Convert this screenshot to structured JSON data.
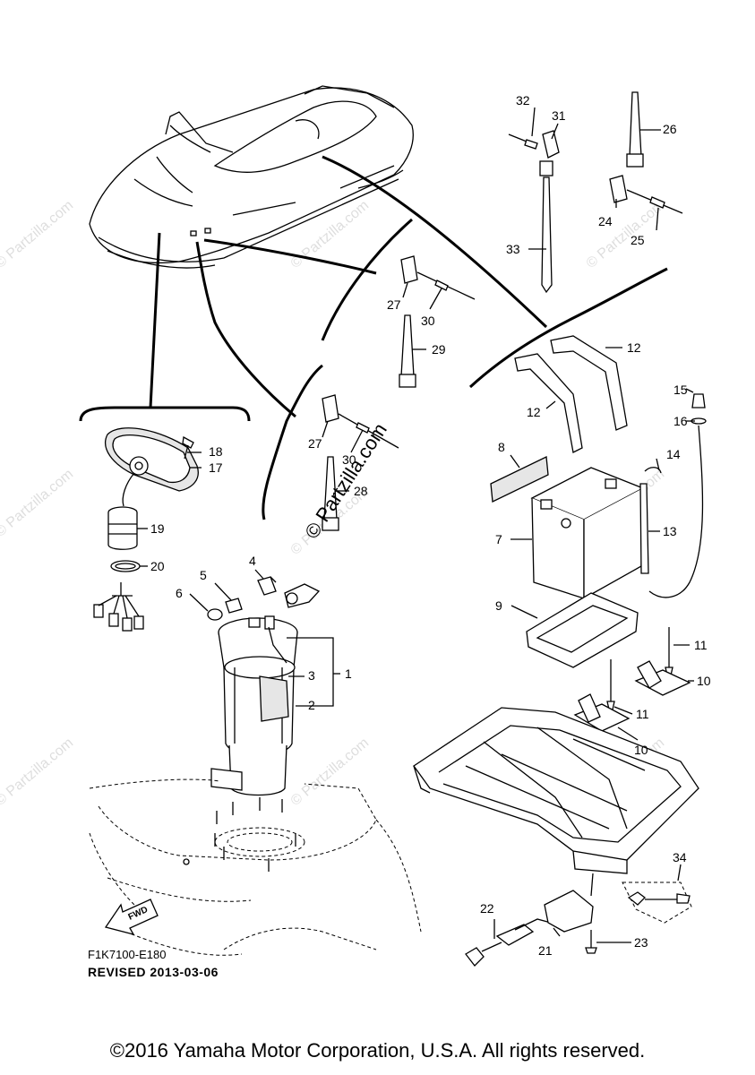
{
  "watermark": {
    "text": "© Partzilla.com",
    "faint_text": "© Partzilla.com"
  },
  "diagram": {
    "code": "F1K7100-E180",
    "revised": "REVISED 2013-03-06",
    "fwd_label": "FWD"
  },
  "callouts": {
    "c1": "1",
    "c2": "2",
    "c3": "3",
    "c4": "4",
    "c5": "5",
    "c6": "6",
    "c7": "7",
    "c8": "8",
    "c9": "9",
    "c10a": "10",
    "c10b": "10",
    "c11a": "11",
    "c11b": "11",
    "c12a": "12",
    "c12b": "12",
    "c13": "13",
    "c14": "14",
    "c15": "15",
    "c16": "16",
    "c17": "17",
    "c18": "18",
    "c19": "19",
    "c20": "20",
    "c21": "21",
    "c22": "22",
    "c23": "23",
    "c24": "24",
    "c25": "25",
    "c26": "26",
    "c27a": "27",
    "c27b": "27",
    "c28": "28",
    "c29": "29",
    "c30a": "30",
    "c30b": "30",
    "c31": "31",
    "c32": "32",
    "c33": "33",
    "c34": "34"
  },
  "footer": {
    "copyright": "©2016 Yamaha Motor Corporation, U.S.A. All rights reserved."
  }
}
